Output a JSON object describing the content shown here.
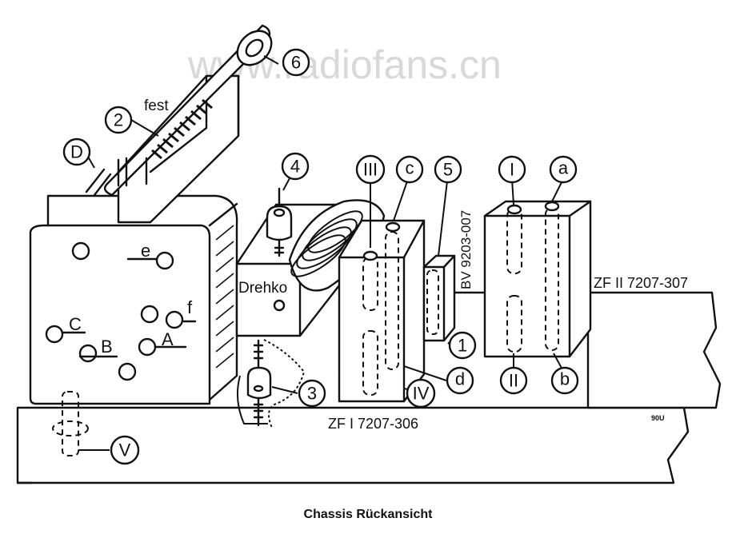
{
  "watermark": "www.radiofans.cn",
  "caption": "Chassis Rückansicht",
  "labels": {
    "fest": "fest",
    "drehko": "Drehko",
    "zf1": "ZF I 7207-306",
    "zf2": "ZF II 7207-307",
    "bv": "BV 9203-007",
    "small_mark": "90U"
  },
  "panel_letters": {
    "e": "e",
    "f": "f",
    "C": "C",
    "B": "B",
    "A": "A"
  },
  "callouts": {
    "c1": "1",
    "c2": "2",
    "c3": "3",
    "c4": "4",
    "c5": "5",
    "c6": "6",
    "D": "D",
    "III": "III",
    "c": "c",
    "I": "I",
    "a": "a",
    "II": "II",
    "b": "b",
    "d": "d",
    "IV": "IV",
    "V": "V"
  }
}
